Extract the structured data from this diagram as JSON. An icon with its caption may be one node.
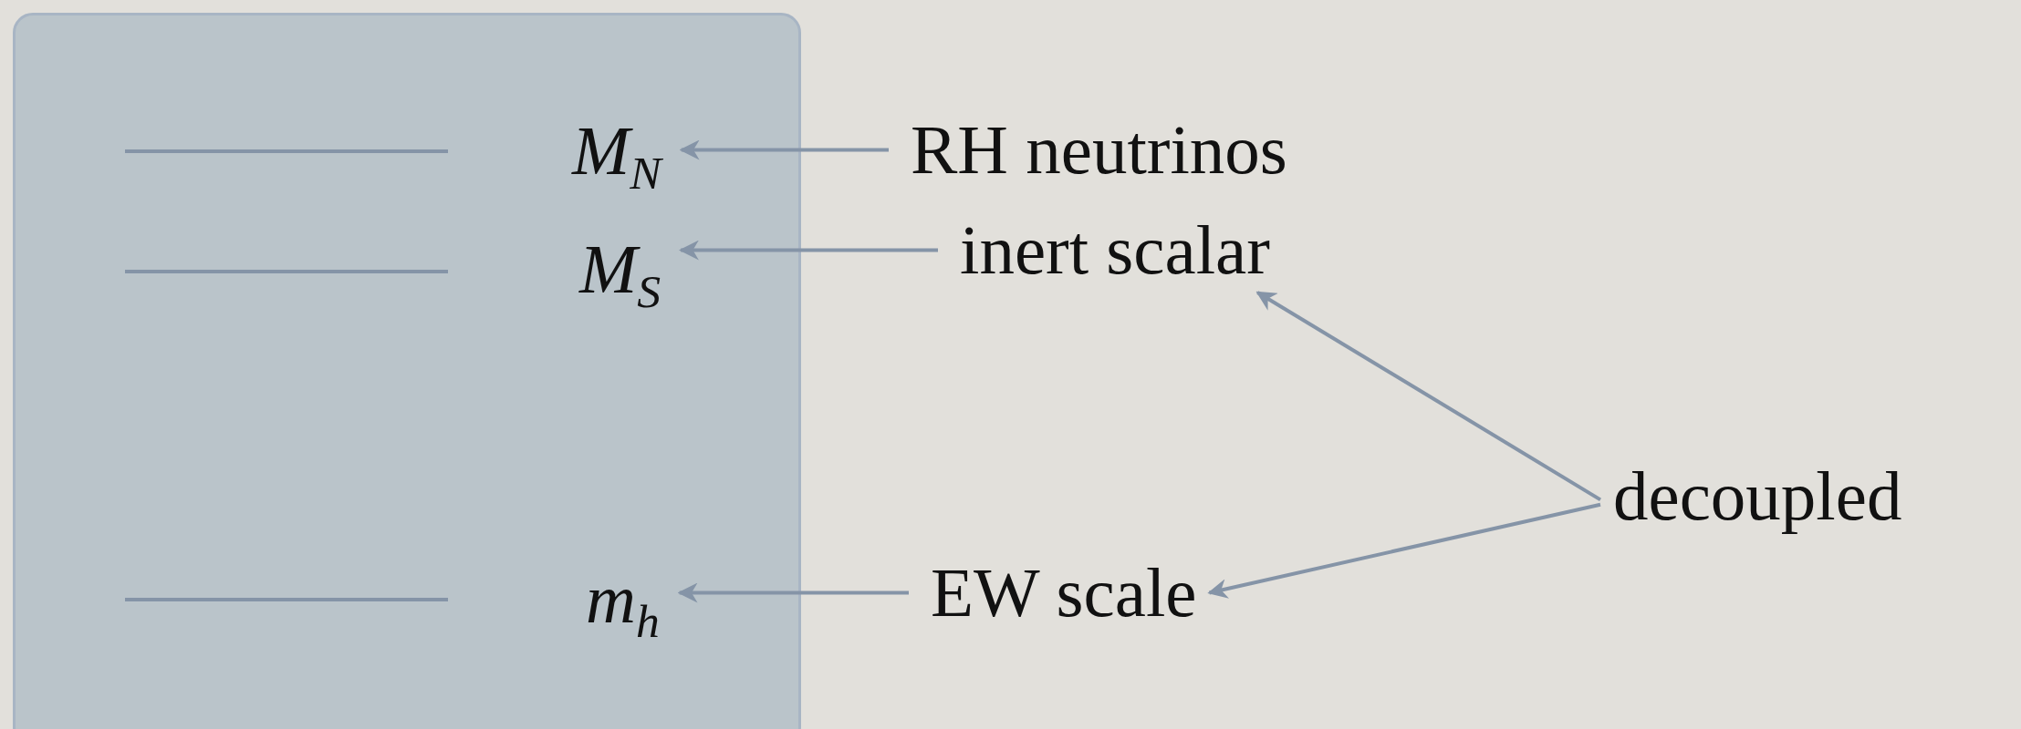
{
  "diagram": {
    "nodes": [
      {
        "text": [],
        "shape": "box"
      },
      {
        "text": [
          "M$_{N}$"
        ],
        "in": 0
      },
      {
        "text": [
          "M$_{S}$"
        ],
        "in": 0
      },
      {
        "text": [
          "m$_{h}$"
        ],
        "in": 0
      },
      {
        "text": [
          "RH neutrinos"
        ]
      },
      {
        "text": [
          "inert scalar"
        ]
      },
      {
        "text": [
          "EW scale"
        ]
      },
      {
        "text": [
          "decoupled"
        ]
      }
    ],
    "edges": [
      {
        "from": 4,
        "to": 1,
        "arrow": "to"
      },
      {
        "from": 5,
        "to": 2,
        "arrow": "to"
      },
      {
        "from": 6,
        "to": 3,
        "arrow": "to"
      },
      {
        "from": 7,
        "to": 5,
        "arrow": "to"
      },
      {
        "from": 7,
        "to": 6,
        "arrow": "to"
      }
    ]
  }
}
